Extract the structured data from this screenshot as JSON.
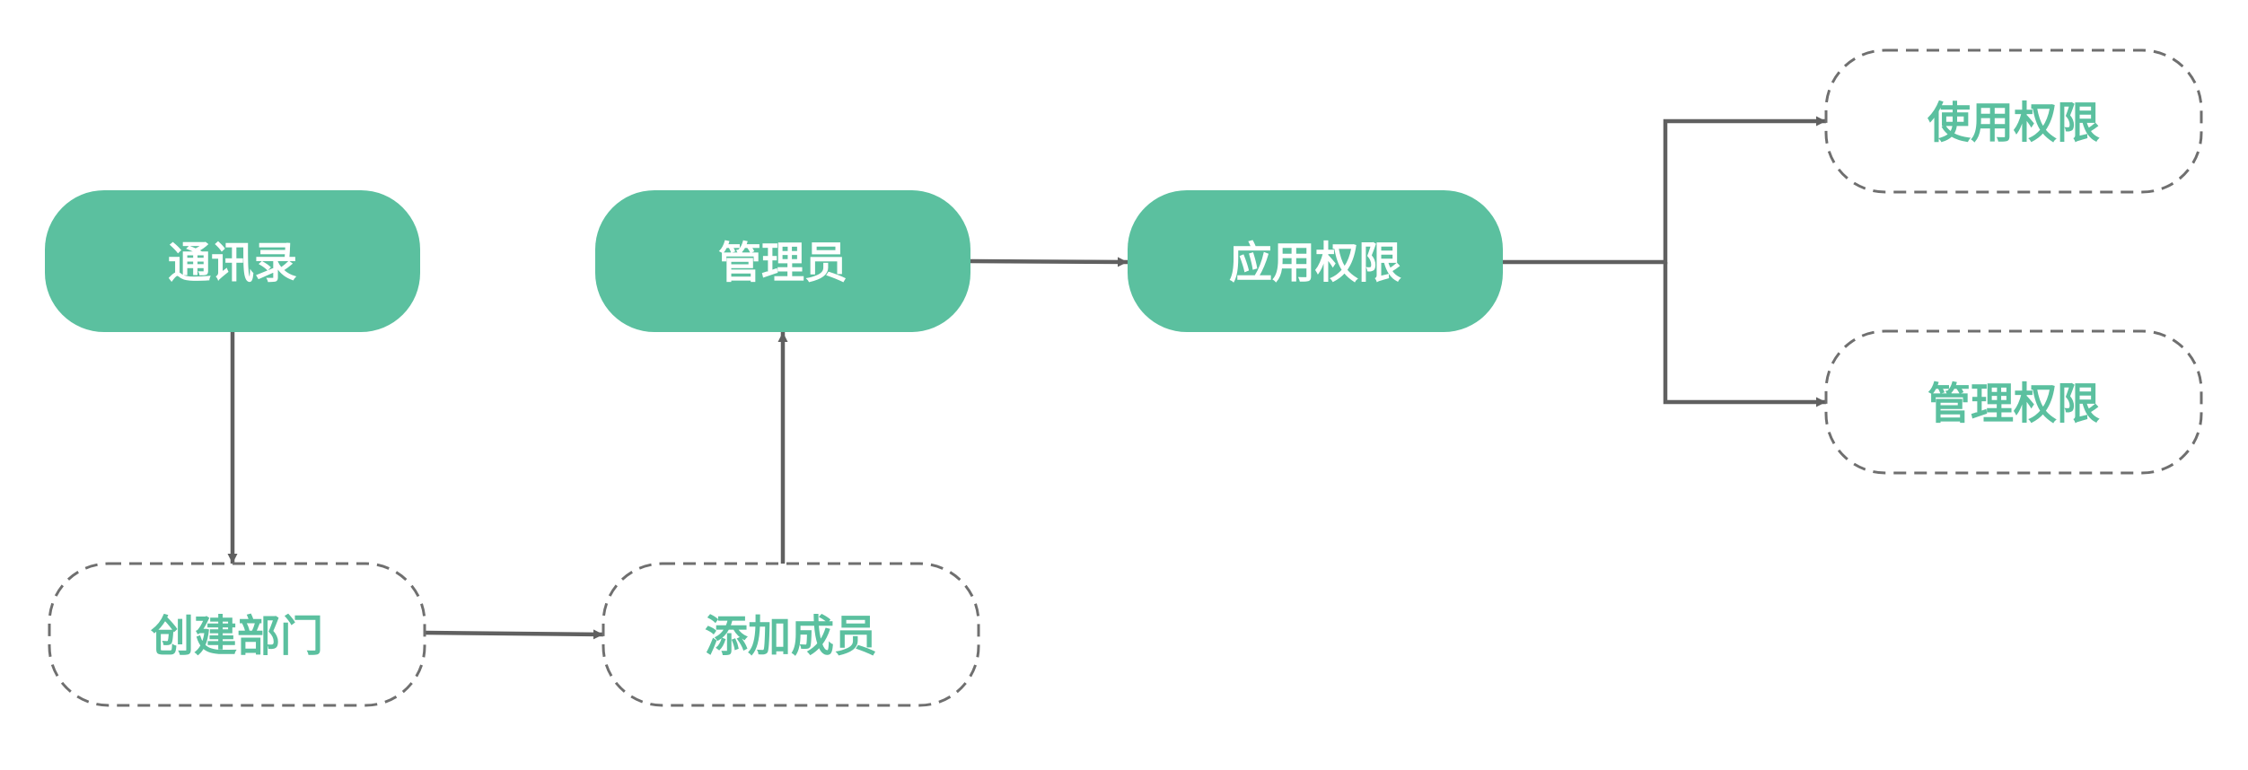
{
  "colors": {
    "primary_fill": "#5bc09f",
    "primary_text": "#ffffff",
    "secondary_text": "#5bc09f",
    "secondary_border": "#6f6f6f",
    "edge": "#606060"
  },
  "nodes": {
    "contacts": {
      "label": "通讯录",
      "style": "filled"
    },
    "create_department": {
      "label": "创建部门",
      "style": "dashed"
    },
    "add_member": {
      "label": "添加成员",
      "style": "dashed"
    },
    "admin": {
      "label": "管理员",
      "style": "filled"
    },
    "app_permission": {
      "label": "应用权限",
      "style": "filled"
    },
    "use_permission": {
      "label": "使用权限",
      "style": "dashed"
    },
    "manage_permission": {
      "label": "管理权限",
      "style": "dashed"
    }
  },
  "edges": [
    {
      "from": "contacts",
      "to": "create_department"
    },
    {
      "from": "create_department",
      "to": "add_member"
    },
    {
      "from": "add_member",
      "to": "admin"
    },
    {
      "from": "admin",
      "to": "app_permission"
    },
    {
      "from": "app_permission",
      "to": "use_permission"
    },
    {
      "from": "app_permission",
      "to": "manage_permission"
    }
  ]
}
